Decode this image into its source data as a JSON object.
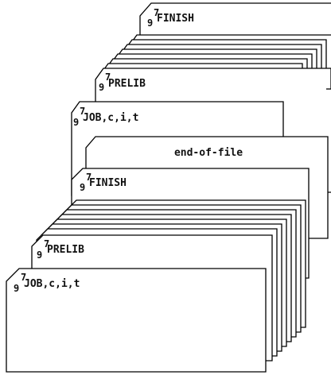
{
  "cards": {
    "finish_top": {
      "row7": "7",
      "row9": "9",
      "text": "FINISH"
    },
    "prelib_top": {
      "row7": "7",
      "row9": "9",
      "text": "PRELIB"
    },
    "job_top": {
      "row7": "7",
      "row9": "9",
      "text": "JOB,c,i,t"
    },
    "end_of_file": {
      "text": "end-of-file"
    },
    "finish_bottom": {
      "row7": "7",
      "row9": "9",
      "text": "FINISH"
    },
    "prelib_bottom": {
      "row7": "7",
      "row9": "9",
      "text": "PRELIB"
    },
    "job_bottom": {
      "row7": "7",
      "row9": "9",
      "text": "JOB,c,i,t"
    }
  }
}
